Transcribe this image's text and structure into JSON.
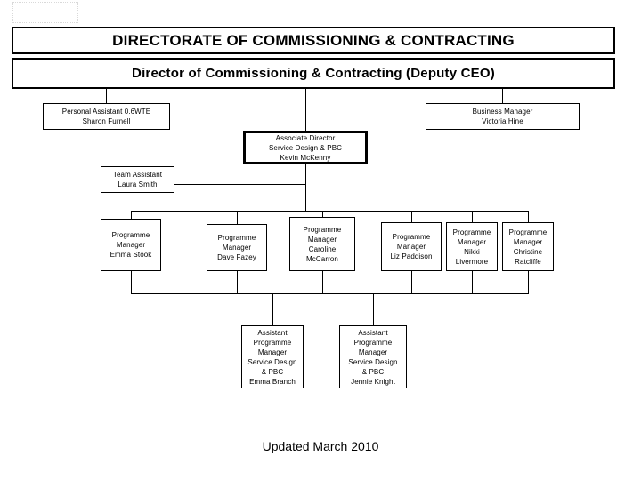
{
  "document": {
    "title_banner": "DIRECTORATE OF COMMISSIONING & CONTRACTING",
    "director_banner": "Director of Commissioning & Contracting (Deputy CEO)",
    "footer": "Updated March 2010"
  },
  "nodes": {
    "personal_assistant": {
      "role": "Personal Assistant 0.6WTE",
      "name": "Sharon Furnell"
    },
    "business_manager": {
      "role": "Business Manager",
      "name": "Victoria Hine"
    },
    "associate_director": {
      "role": "Associate Director",
      "service": "Service Design & PBC",
      "name": "Kevin McKenny"
    },
    "team_assistant": {
      "role": "Team Assistant",
      "name": "Laura Smith"
    },
    "programme_managers": [
      {
        "role_line1": "Programme",
        "role_line2": "Manager",
        "name": "Emma Stook"
      },
      {
        "role_line1": "Programme",
        "role_line2": "Manager",
        "name": "Dave Fazey"
      },
      {
        "role_line1": "Programme",
        "role_line2": "Manager",
        "name_line1": "Caroline",
        "name_line2": "McCarron"
      },
      {
        "role_line1": "Programme",
        "role_line2": "Manager",
        "name": "Liz Paddison"
      },
      {
        "role_line1": "Programme",
        "role_line2": "Manager",
        "name_line1": "Nikki",
        "name_line2": "Livermore"
      },
      {
        "role_line1": "Programme",
        "role_line2": "Manager",
        "name_line1": "Christine",
        "name_line2": "Ratcliffe"
      }
    ],
    "assistant_programme_managers": [
      {
        "role_line1": "Assistant",
        "role_line2": "Programme",
        "role_line3": "Manager",
        "service_line1": "Service Design",
        "service_line2": "& PBC",
        "name": "Emma Branch"
      },
      {
        "role_line1": "Assistant",
        "role_line2": "Programme",
        "role_line3": "Manager",
        "service_line1": "Service Design",
        "service_line2": "& PBC",
        "name": "Jennie Knight"
      }
    ]
  },
  "colors": {
    "line": "#000000",
    "background": "#ffffff",
    "text": "#000000"
  }
}
